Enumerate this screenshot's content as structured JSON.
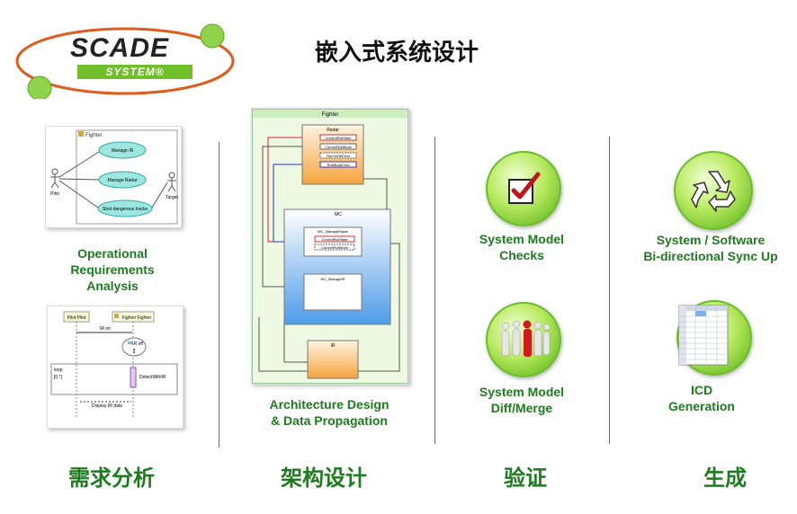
{
  "logo": {
    "main": "SCADE",
    "sub": "SYSTEM®"
  },
  "title": "嵌入式系统设计",
  "sections": [
    {
      "category": "需求分析",
      "caption_lines": [
        "Operational",
        "Requirements",
        "Analysis"
      ]
    },
    {
      "category": "架构设计",
      "caption_lines": [
        "Architecture Design",
        "& Data Propagation"
      ]
    },
    {
      "category": "验证",
      "captions": [
        [
          "System Model",
          "Checks"
        ],
        [
          "System Model",
          "Diff/Merge"
        ]
      ]
    },
    {
      "category": "生成",
      "captions": [
        [
          "System / Software",
          "Bi-directional Sync Up"
        ],
        [
          "ICD",
          "Generation"
        ]
      ]
    }
  ],
  "usecase": {
    "title": "Fighter",
    "ellipses": [
      "Manage IR",
      "Manage Radar",
      "Shot dangerous tracks"
    ],
    "actors": [
      "Pilot",
      "Target"
    ]
  },
  "sequence": {
    "lifelines": [
      "Pilot:Pilot",
      "Fighter:Fighter"
    ],
    "messages": [
      "IR on",
      "IR off",
      "DetectWithIR",
      "Display IR data"
    ],
    "loop": "loop",
    "loop_guard": "[0,*]",
    "state_bracket": "[]"
  },
  "architecture": {
    "title": "Fighter",
    "radar": {
      "title": "Radar",
      "ports": [
        "CurrentRdrState",
        "CurrentRdrMode",
        "RdrOnOffCmd",
        "RdrModeCmd"
      ]
    },
    "mc": {
      "title": "MC",
      "inner1": "MC_ManageRadar",
      "inner1_ports": [
        "CurrentRdrState",
        "CurrentRdrMode"
      ],
      "inner2": "MC_ManageIR"
    },
    "ir": {
      "title": "IR"
    }
  },
  "colors": {
    "green": "#1d7c1d",
    "accent": "#6bbd2a",
    "logo_red": "#e05a1c"
  }
}
